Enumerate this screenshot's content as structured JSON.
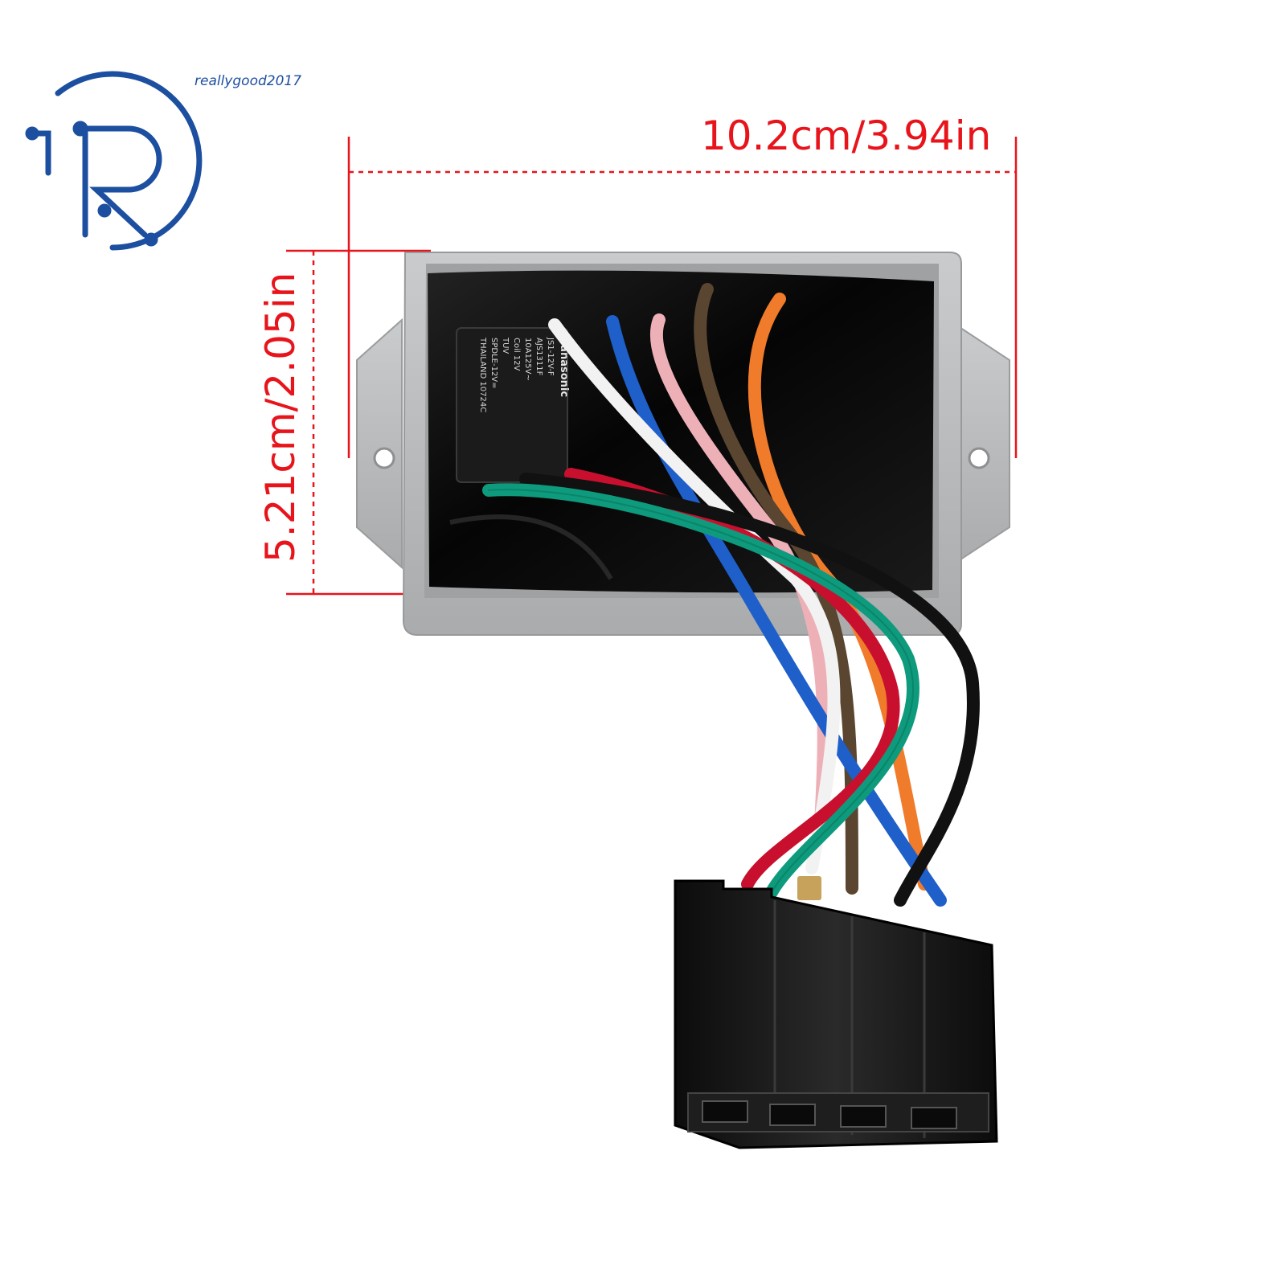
{
  "watermark": {
    "brand": "reallygood2017",
    "logo_icon": "r-circuit-logo-icon",
    "color": "#1d4fa0"
  },
  "dimensions": {
    "width_label": "10.2cm/3.94in",
    "height_label": "5.21cm/2.05in",
    "color": "#e8141b"
  },
  "relay": {
    "brand": "Panasonic",
    "lines": [
      "JS1-12V-F",
      "AJS1311F",
      "10A125V~",
      "Coil 12V",
      "TUV",
      "SPDLE-12V=",
      "THAILAND 10724C"
    ]
  },
  "colors": {
    "housing": "#b9bbbd",
    "potting": "#0b0b0b",
    "connector": "#141414",
    "wire_colors": [
      "#f2f2f2",
      "#1f5fc9",
      "#eeb0b7",
      "#5a4530",
      "#f07b2a",
      "#0e9a7c",
      "#111111",
      "#c8102e"
    ]
  }
}
